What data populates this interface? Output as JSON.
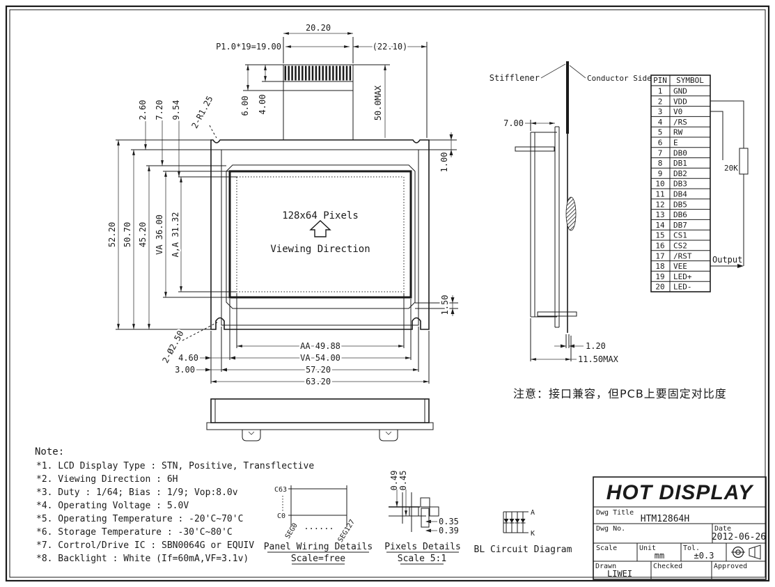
{
  "front": {
    "pixels": "128x64 Pixels",
    "viewing": "Viewing Direction",
    "dim_2020": "20.20",
    "dim_pitch": "P1.0*19=19.00",
    "dim_2210": "(22.10)",
    "dim_600": "6.00",
    "dim_400": "4.00",
    "dim_50max": "50.0MAX",
    "dim_260": "2.60",
    "dim_720": "7.20",
    "dim_954": "9.54",
    "dim_r125": "2-R1.25",
    "dim_100": "1.00",
    "dim_5220": "52.20",
    "dim_5070": "50.70",
    "dim_4520": "45.20",
    "dim_va36": "VA 36.00",
    "dim_aa3132": "A,A 31.32",
    "dim_150": "1.50",
    "dim_hole": "2-Ø2.50",
    "dim_460": "4.60",
    "dim_300": "3.00",
    "dim_aa4988": "AA 49.88",
    "dim_va5400": "VA 54.00",
    "dim_5720": "57.20",
    "dim_6320": "63.20"
  },
  "side": {
    "stiffener": "Stifflener",
    "conductor": "Conductor Side",
    "dim_700": "7.00",
    "dim_120": "1.20",
    "dim_1150": "11.50MAX"
  },
  "pins": {
    "header_pin": "PIN",
    "header_symbol": "SYMBOL",
    "rows": [
      [
        "1",
        "GND"
      ],
      [
        "2",
        "VDD"
      ],
      [
        "3",
        "V0"
      ],
      [
        "4",
        "/RS"
      ],
      [
        "5",
        "RW"
      ],
      [
        "6",
        "E"
      ],
      [
        "7",
        "DB0"
      ],
      [
        "8",
        "DB1"
      ],
      [
        "9",
        "DB2"
      ],
      [
        "10",
        "DB3"
      ],
      [
        "11",
        "DB4"
      ],
      [
        "12",
        "DB5"
      ],
      [
        "13",
        "DB6"
      ],
      [
        "14",
        "DB7"
      ],
      [
        "15",
        "CS1"
      ],
      [
        "16",
        "CS2"
      ],
      [
        "17",
        "/RST"
      ],
      [
        "18",
        "VEE"
      ],
      [
        "19",
        "LED+"
      ],
      [
        "20",
        "LED-"
      ]
    ],
    "resistor": "20K",
    "output": "Output"
  },
  "cn_note": "注意：接口兼容，但PCB上要固定对比度",
  "notes": {
    "title": "Note:",
    "items": [
      "*1. LCD Display Type : STN, Positive, Transflective",
      "*2. Viewing Direction : 6H",
      "*3. Duty : 1/64; Bias : 1/9; Vop:8.0v",
      "*4. Operating Voltage : 5.0V",
      "*5. Operating Temperature : -20'C~70'C",
      "*6. Storage Temperature : -30'C~80'C",
      "*7. Cortrol/Drive IC : SBN0064G or EQUIV",
      "*8. Backlight : White (If=60mA,VF=3.1v)"
    ]
  },
  "panel_wiring": {
    "c63": "C63",
    "c0": "C0",
    "seg0": "SEG0",
    "seg127": "SEG127",
    "dots": "......",
    "caption": "Panel Wiring Details",
    "scale": "Scale=free"
  },
  "pixel_details": {
    "dim_049": "0.49",
    "dim_045": "0.45",
    "dim_035": "0.35",
    "dim_039": "0.39",
    "caption": "Pixels Details",
    "scale": "Scale 5:1"
  },
  "bl_circuit": {
    "anode": "A",
    "cathode": "K",
    "caption": "BL Circuit Diagram"
  },
  "title_block": {
    "company": "HOT DISPLAY",
    "dwg_title_label": "Dwg Title",
    "dwg_title": "HTM12864H",
    "dwg_no_label": "Dwg No.",
    "date_label": "Date",
    "date": "2012-06-26",
    "scale_label": "Scale",
    "unit_label": "Unit",
    "unit": "mm",
    "tol_label": "Tol.",
    "tol": "±0.3",
    "drawn_label": "Drawn",
    "drawn": "LIWEI",
    "checked_label": "Checked",
    "approved_label": "Approved"
  },
  "colors": {
    "line": "#1a1a1a",
    "bg": "#ffffff"
  }
}
